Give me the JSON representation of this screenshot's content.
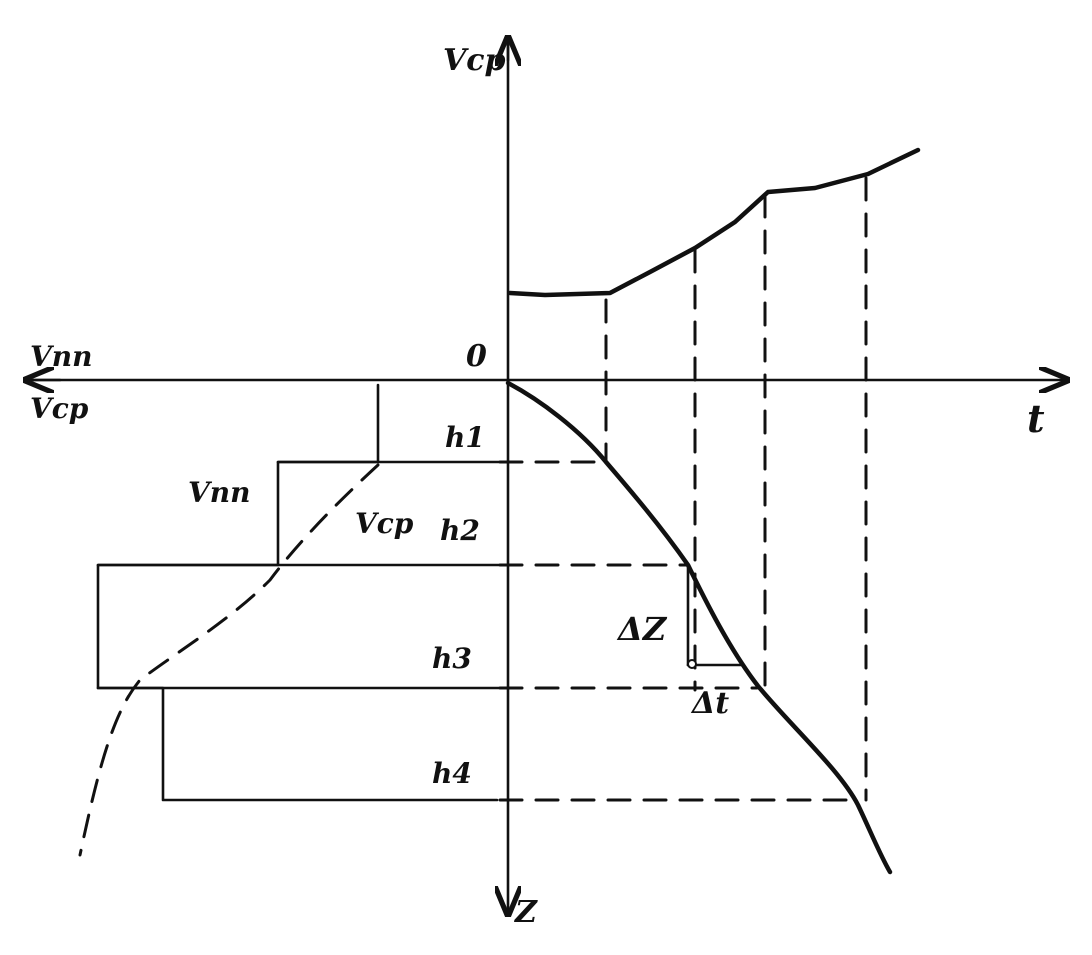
{
  "labels": {
    "vcp_top": "Vcp",
    "origin": "0",
    "t_axis": "t",
    "z_axis": "Z",
    "vnn_left": "Vпп",
    "vcp_left": "Vср",
    "h1": "h1",
    "h2": "h2",
    "h3": "h3",
    "h4": "h4",
    "vnn_step": "Vпп",
    "vcp_mid": "Vср",
    "delta_z": "ΔZ",
    "delta_t": "Δt"
  }
}
